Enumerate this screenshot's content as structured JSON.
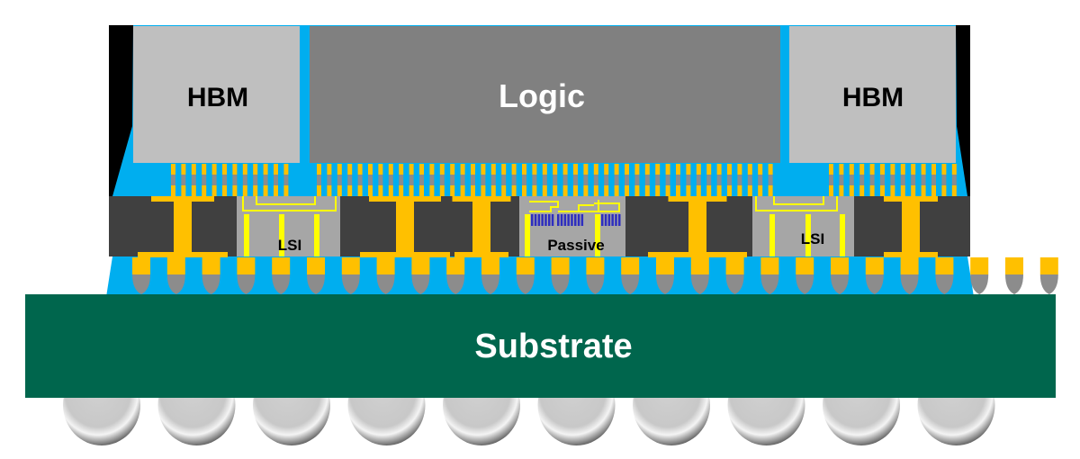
{
  "diagram": {
    "type": "semiconductor package cross-section",
    "labels": {
      "hbm_left": "HBM",
      "logic": "Logic",
      "hbm_right": "HBM",
      "lsi_left": "LSI",
      "passive": "Passive",
      "lsi_right": "LSI",
      "substrate": "Substrate"
    },
    "colors": {
      "mold": "#000000",
      "underfill": "#00aeef",
      "hbm": "#bfbfbf",
      "logic": "#808080",
      "interposer_mold": "#404040",
      "bridge": "#a6a6a6",
      "copper": "#ffc000",
      "trace": "#ffff00",
      "capacitor": "#2e2ebf",
      "solder": "#8c8c8c",
      "substrate": "#00664d",
      "ball": "#cccccc"
    },
    "counts": {
      "bga_balls": 10,
      "c4_bumps": 27
    }
  }
}
